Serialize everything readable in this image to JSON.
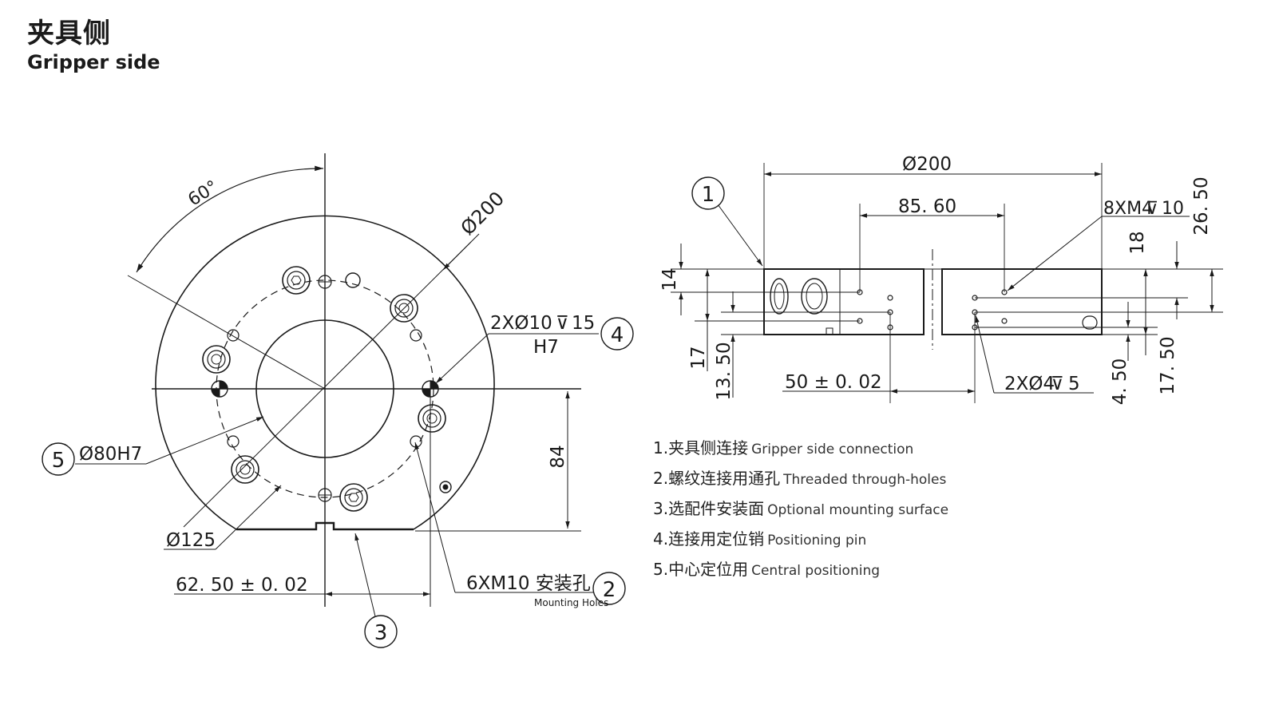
{
  "title": {
    "cn": "夹具侧",
    "en": "Gripper side"
  },
  "front_view": {
    "angle": "60°",
    "outer_diameter": "Ø200",
    "bolt_circle": "Ø125",
    "center_bore": "Ø80H7",
    "pin_holes_line1": "2XØ10",
    "pin_holes_depth": "15",
    "pin_holes_line2": "H7",
    "height_84": "84",
    "offset": "62. 50 ± 0. 02",
    "mounting_holes": "6XM10 安装孔",
    "mounting_holes_en": "Mounting Holes",
    "callouts": [
      "2",
      "3",
      "4",
      "5"
    ]
  },
  "side_view": {
    "diameter": "Ø200",
    "span": "85. 60",
    "threaded": "8XM4",
    "threaded_depth": "10",
    "h_26_50": "26. 50",
    "h_18": "18",
    "h_14": "14",
    "h_17": "17",
    "h_13_50": "13. 50",
    "offset": "50 ± 0. 02",
    "pin_label": "2XØ4",
    "pin_depth": "5",
    "h_4_50": "4. 50",
    "h_17_50": "17. 50",
    "callout": "1"
  },
  "legend": [
    {
      "cn": "1.夹具侧连接",
      "en": "Gripper side connection"
    },
    {
      "cn": "2.螺纹连接用通孔",
      "en": "Threaded through-holes"
    },
    {
      "cn": "3.选配件安装面",
      "en": "Optional mounting surface"
    },
    {
      "cn": "4.连接用定位销",
      "en": "Positioning pin"
    },
    {
      "cn": "5.中心定位用",
      "en": "Central positioning"
    }
  ]
}
